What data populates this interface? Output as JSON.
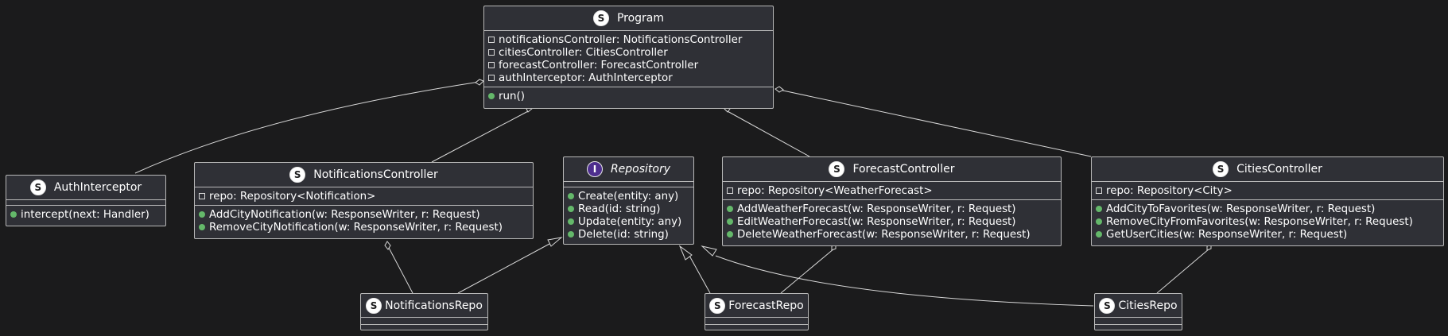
{
  "diagram": {
    "colors": {
      "background": "#1b1b1c",
      "box_fill": "#2f3036",
      "border": "#b8b8b8",
      "public_marker": "#64b86a",
      "interface_marker": "#4e2f8e"
    },
    "classes": {
      "program": {
        "stereotype": "S",
        "name": "Program",
        "fields": [
          "notificationsController: NotificationsController",
          "citiesController: CitiesController",
          "forecastController: ForecastController",
          "authInterceptor: AuthInterceptor"
        ],
        "methods": [
          "run()"
        ]
      },
      "auth_interceptor": {
        "stereotype": "S",
        "name": "AuthInterceptor",
        "methods": [
          "intercept(next: Handler)"
        ]
      },
      "notifications_controller": {
        "stereotype": "S",
        "name": "NotificationsController",
        "fields": [
          "repo: Repository<Notification>"
        ],
        "methods": [
          "AddCityNotification(w: ResponseWriter, r: Request)",
          "RemoveCityNotification(w: ResponseWriter, r: Request)"
        ]
      },
      "repository": {
        "stereotype": "I",
        "name": "Repository",
        "methods": [
          "Create(entity: any)",
          "Read(id: string)",
          "Update(entity: any)",
          "Delete(id: string)"
        ]
      },
      "forecast_controller": {
        "stereotype": "S",
        "name": "ForecastController",
        "fields": [
          "repo: Repository<WeatherForecast>"
        ],
        "methods": [
          "AddWeatherForecast(w: ResponseWriter, r: Request)",
          "EditWeatherForecast(w: ResponseWriter, r: Request)",
          "DeleteWeatherForecast(w: ResponseWriter, r: Request)"
        ]
      },
      "cities_controller": {
        "stereotype": "S",
        "name": "CitiesController",
        "fields": [
          "repo: Repository<City>"
        ],
        "methods": [
          "AddCityToFavorites(w: ResponseWriter, r: Request)",
          "RemoveCityFromFavorites(w: ResponseWriter, r: Request)",
          "GetUserCities(w: ResponseWriter, r: Request)"
        ]
      },
      "notifications_repo": {
        "stereotype": "S",
        "name": "NotificationsRepo"
      },
      "forecast_repo": {
        "stereotype": "S",
        "name": "ForecastRepo"
      },
      "cities_repo": {
        "stereotype": "S",
        "name": "CitiesRepo"
      }
    }
  }
}
